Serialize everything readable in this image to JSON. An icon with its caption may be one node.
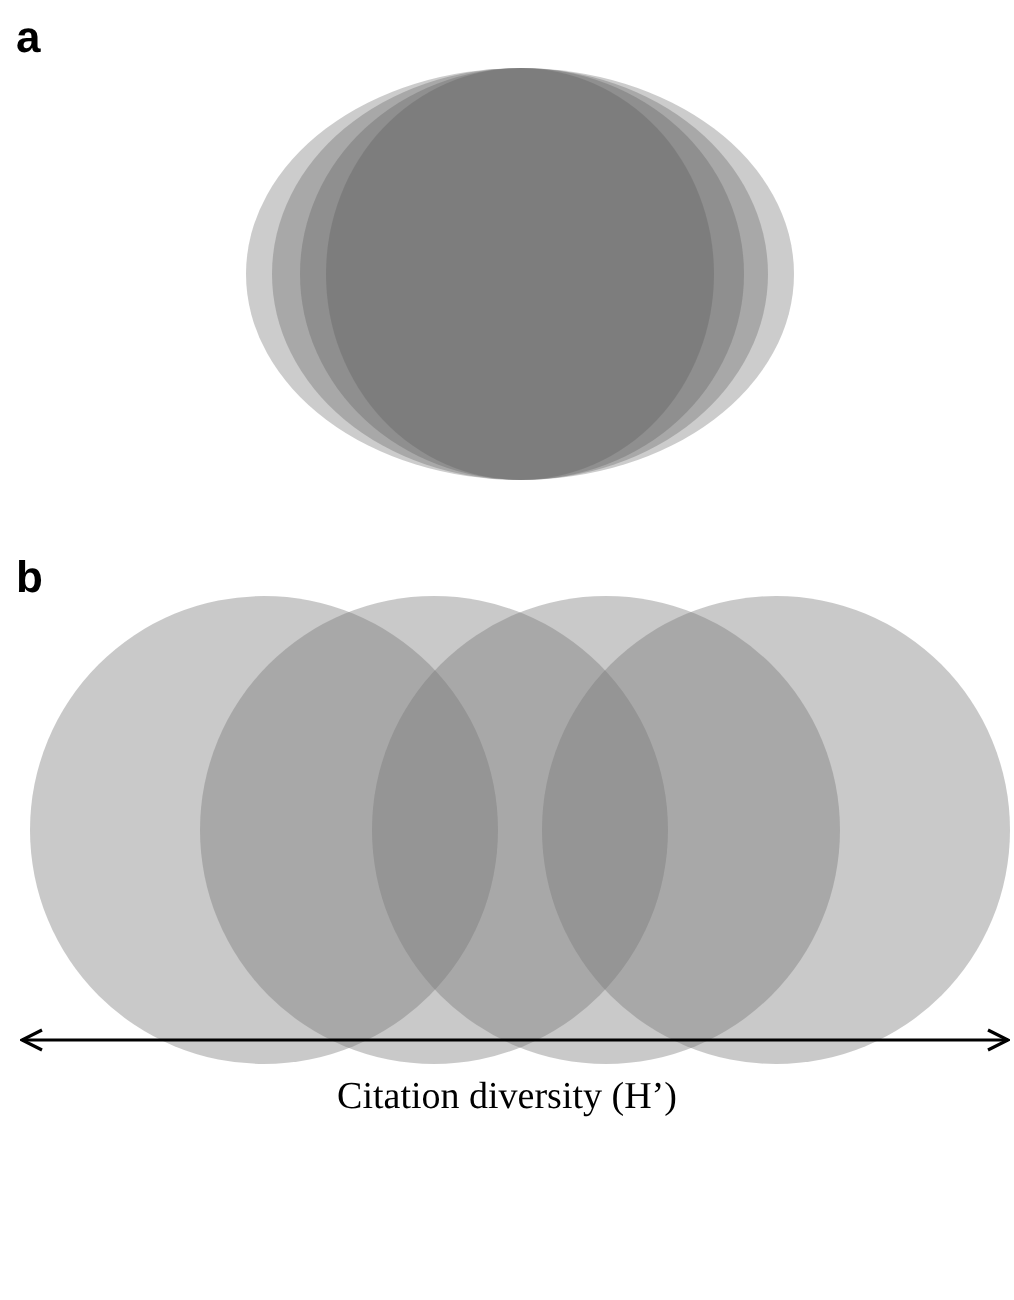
{
  "diagram": {
    "labels": [
      "a",
      "b",
      "Citation diversity (H’)"
    ]
  }
}
